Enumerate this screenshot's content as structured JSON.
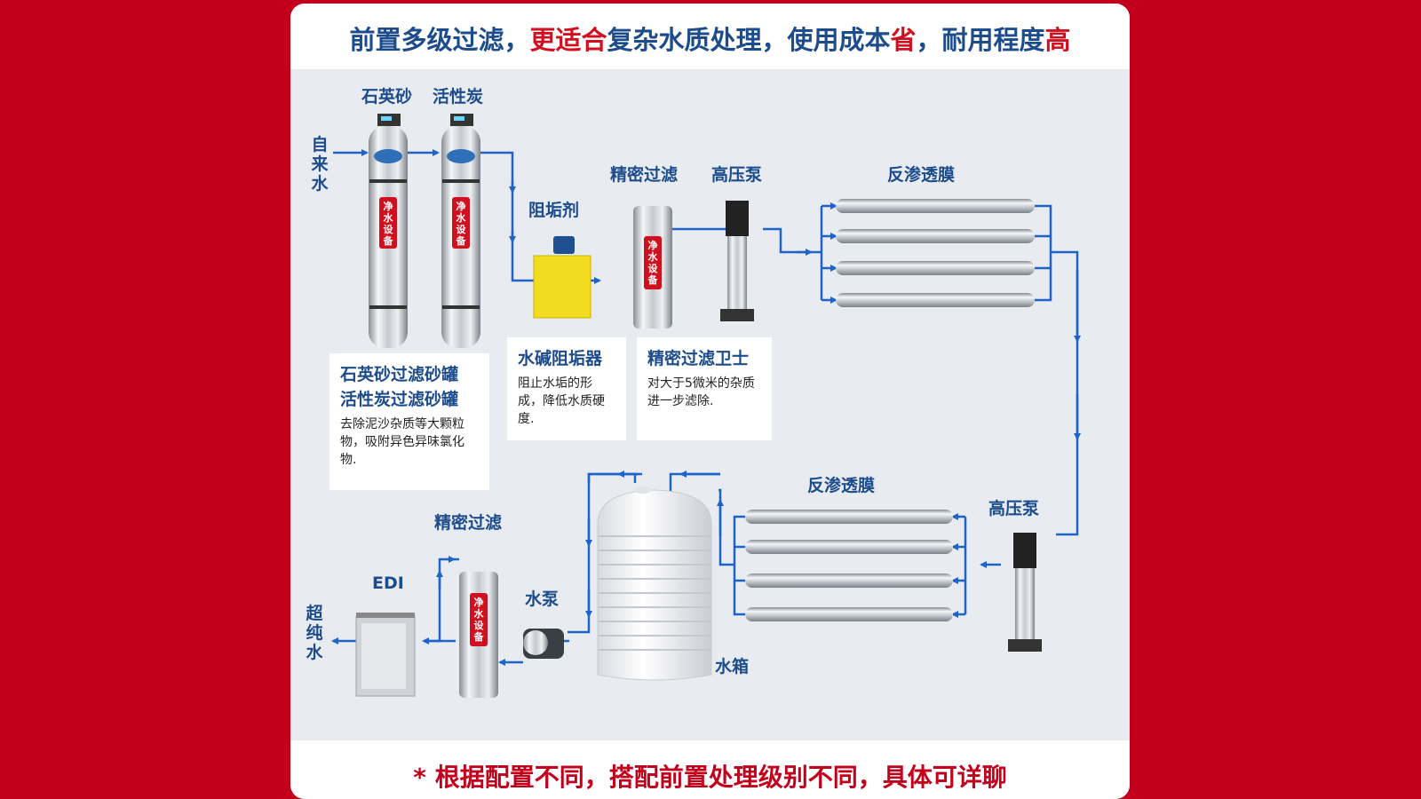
{
  "header": {
    "title_parts": [
      {
        "text": "前置多级过滤，",
        "hl": false
      },
      {
        "text": "更适合",
        "hl": true
      },
      {
        "text": "复杂水质处理，使用成本",
        "hl": false
      },
      {
        "text": "省",
        "hl": true
      },
      {
        "text": "，耐用程度",
        "hl": false
      },
      {
        "text": "高",
        "hl": true
      }
    ]
  },
  "labels": {
    "quartz_sand": "石英砂",
    "activated_carbon": "活性炭",
    "tap_water": "自来水",
    "scale_inhibitor": "阻垢剂",
    "precision_filter": "精密过滤",
    "high_pressure_pump": "高压泵",
    "ro_membrane": "反渗透膜",
    "ro_membrane_2": "反渗透膜",
    "high_pressure_pump_2": "高压泵",
    "precision_filter_2": "精密过滤",
    "edi": "EDI",
    "water_pump": "水泵",
    "water_tank": "水箱",
    "ultrapure_water": "超纯水"
  },
  "tank_badge": "净水设备",
  "info_boxes": {
    "sand_filter": {
      "title_1": "石英砂过滤砂罐",
      "title_2": "活性炭过滤砂罐",
      "desc": "去除泥沙杂质等大颗粒物，吸附异色异味氯化物."
    },
    "softener": {
      "title": "水碱阻垢器",
      "desc": "阻止水垢的形成，降低水质硬度."
    },
    "guard": {
      "title": "精密过滤卫士",
      "desc": "对大于5微米的杂质进一步滤除."
    }
  },
  "footer": {
    "note": "* 根据配置不同，搭配前置处理级别不同，具体可详聊"
  },
  "colors": {
    "background": "#c3001c",
    "title_blue": "#1d4c8c",
    "highlight_red": "#d0101f",
    "pipe_blue": "#1e63c8"
  },
  "icons": [
    "sand-tank-icon",
    "carbon-tank-icon",
    "dosing-tank-icon",
    "precision-filter-icon",
    "vertical-pump-icon",
    "ro-membrane-icon",
    "water-tank-icon",
    "water-pump-icon",
    "edi-module-icon"
  ]
}
